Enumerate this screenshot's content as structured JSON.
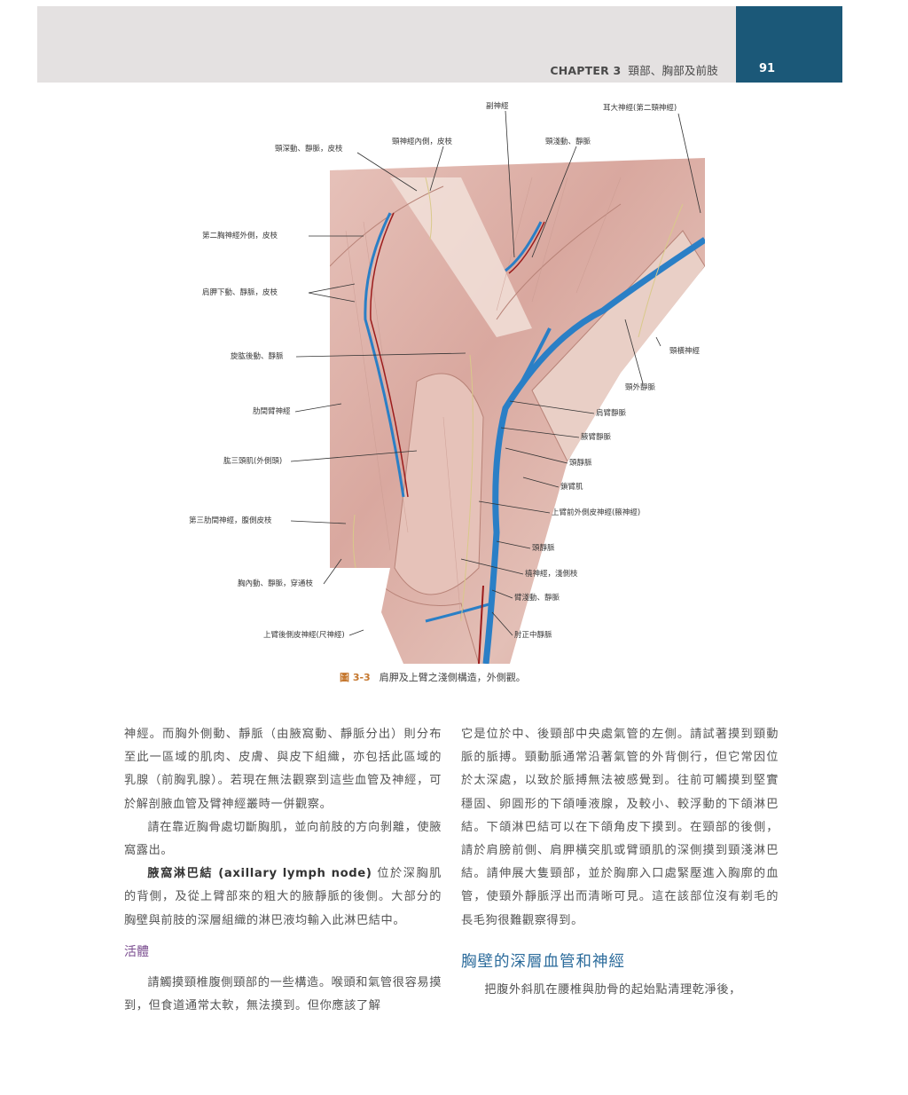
{
  "header": {
    "chapter_label": "CHAPTER 3",
    "chapter_title": "頸部、胸部及前肢",
    "page_number": "91"
  },
  "figure": {
    "number": "圖 3-3",
    "caption": "肩胛及上臂之淺側構造，外側觀。",
    "labels": {
      "accessory_nerve": "副神經",
      "great_auricular_nerve": "耳大神經(第二頸神經)",
      "deep_cervical_vessels": "頸深動、靜脈，皮枝",
      "cervical_nerve_medial": "頸神經內側，皮枝",
      "superficial_cervical_vessels": "頸淺動、靜脈",
      "second_thoracic_nerve": "第二胸神經外側，皮枝",
      "subscapular_vessels": "肩胛下動、靜脈，皮枝",
      "caudal_circumflex_humeral": "旋肱後動、靜脈",
      "transverse_cervical_nerve": "頸橫神經",
      "external_jugular_vein": "頸外靜脈",
      "intercostobrachial_nerve": "肋間臂神經",
      "omobrachial_vein": "肩臂靜脈",
      "axillobrachial_vein": "腋臂靜脈",
      "triceps_lateral_head": "肱三頭肌(外側頭)",
      "cephalic_vein_1": "頭靜脈",
      "cleidobrachialis": "鎖臂肌",
      "cranial_lateral_cutaneous_nerve": "上臂前外側皮神經(腋神經)",
      "third_intercostal_nerve": "第三肋間神經，腹側皮枝",
      "cephalic_vein_2": "頭靜脈",
      "radial_nerve_superficial": "橈神經，淺側枝",
      "internal_thoracic_vessels": "胸內動、靜脈，穿通枝",
      "superficial_brachial_vessels": "臂淺動、靜脈",
      "caudal_cutaneous_nerve": "上臂後側皮神經(尺神經)",
      "median_cubital_vein": "肘正中靜脈"
    }
  },
  "body": {
    "left": {
      "p1": "神經。而胸外側動、靜脈（由腋窩動、靜脈分出）則分布至此一區域的肌肉、皮膚、與皮下組織，亦包括此區域的乳腺（前胸乳腺）。若現在無法觀察到這些血管及神經，可於解剖腋血管及臂神經叢時一併觀察。",
      "p2": "請在靠近胸骨處切斷胸肌，並向前肢的方向剝離，使腋窩露出。",
      "p3_term": "腋窩淋巴結 (axillary lymph node)",
      "p3": " 位於深胸肌的背側，及從上臂部來的粗大的腋靜脈的後側。大部分的胸壁與前肢的深層組織的淋巴液均輸入此淋巴結中。",
      "heading": "活體",
      "p4": "請觸摸頸椎腹側頸部的一些構造。喉頭和氣管很容易摸到，但食道通常太軟，無法摸到。但你應該了解"
    },
    "right": {
      "p1": "它是位於中、後頸部中央處氣管的左側。請試著摸到頸動脈的脈搏。頸動脈通常沿著氣管的外背側行，但它常因位於太深處，以致於脈搏無法被感覺到。往前可觸摸到堅實穩固、卵圓形的下頜唾液腺，及較小、較浮動的下頜淋巴結。下頜淋巴結可以在下頜角皮下摸到。在頸部的後側，請於肩膀前側、肩胛橫突肌或臂頭肌的深側摸到頸淺淋巴結。請伸展大隻頸部，並於胸廓入口處緊壓進入胸廓的血管，使頸外靜脈浮出而清晰可見。這在該部位沒有剃毛的長毛狗很難觀察得到。",
      "heading": "胸壁的深層血管和神經",
      "p2": "把腹外斜肌在腰椎與肋骨的起始點清理乾淨後，"
    }
  },
  "colors": {
    "header_band": "#e4e1e1",
    "page_box": "#1b5878",
    "figure_number": "#c5772e",
    "heading_purple": "#7a4c8f",
    "heading_blue": "#2b6b9b",
    "vein": "#2a7fc6",
    "artery": "#9b1c1c"
  }
}
